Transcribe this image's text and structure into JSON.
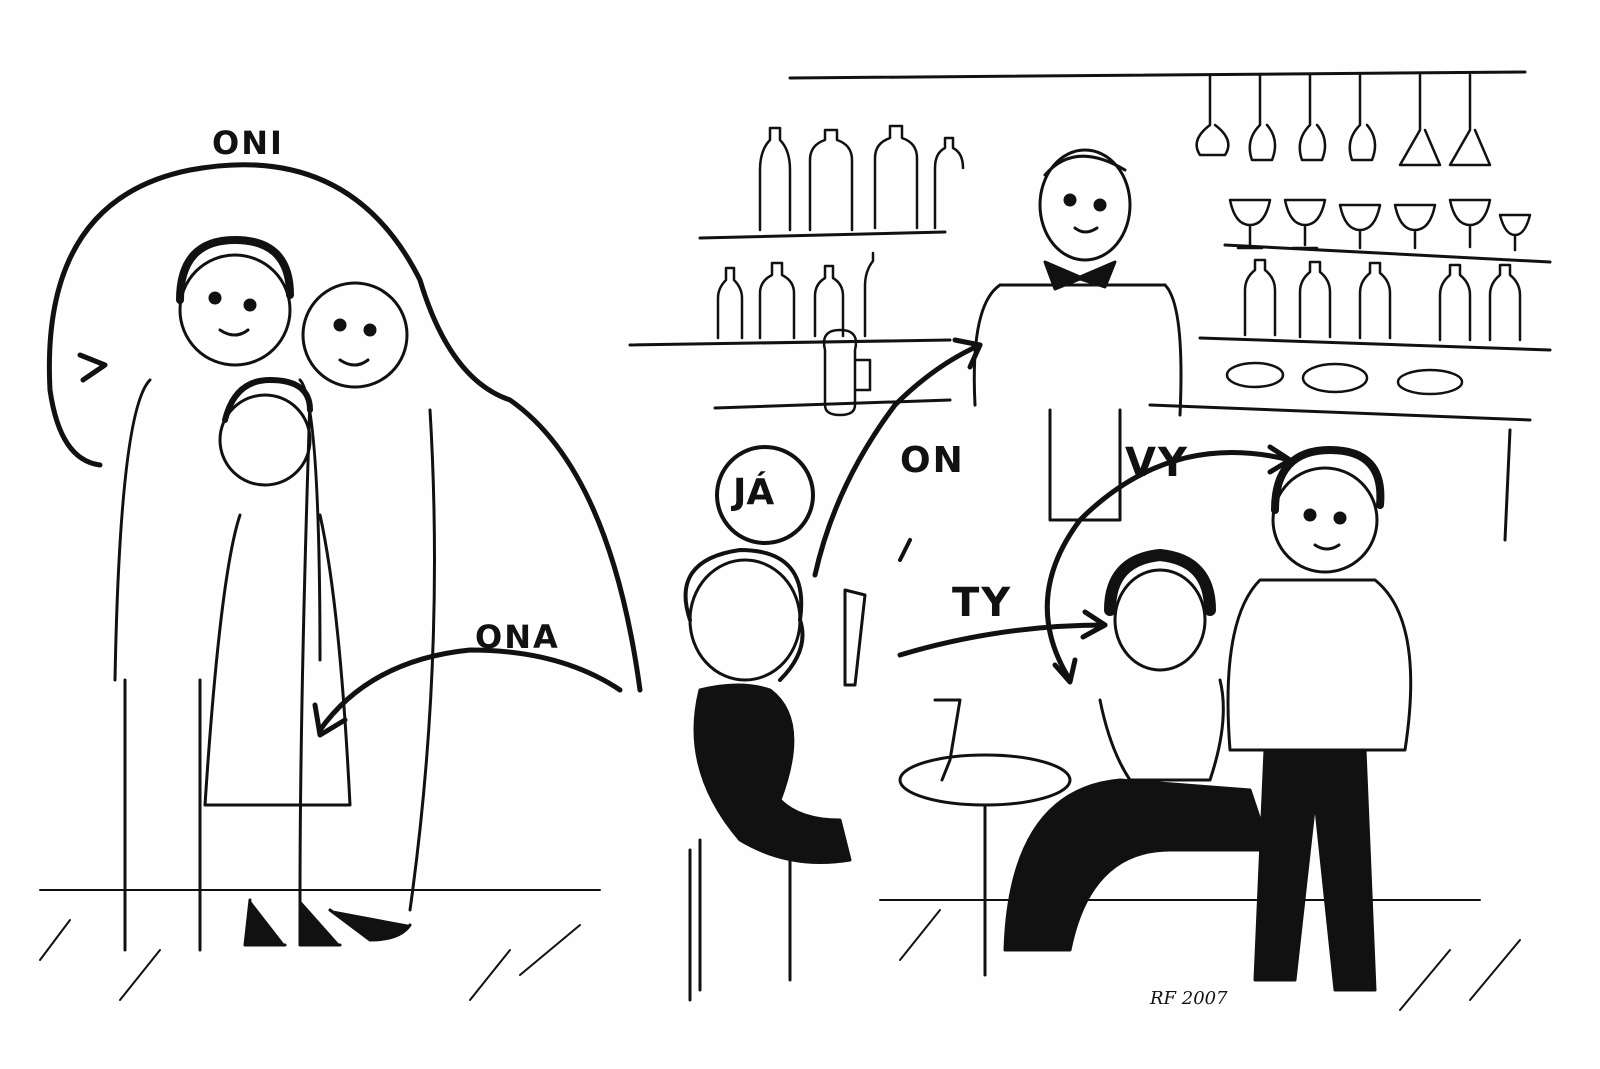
{
  "labels": {
    "oni": "ONI",
    "ona": "ONA",
    "ja": "JÁ",
    "on": "ON",
    "vy": "VY",
    "ty": "TY"
  },
  "signature": "RF 2007",
  "colors": {
    "ink": "#111111",
    "paper": "#fefefe"
  }
}
